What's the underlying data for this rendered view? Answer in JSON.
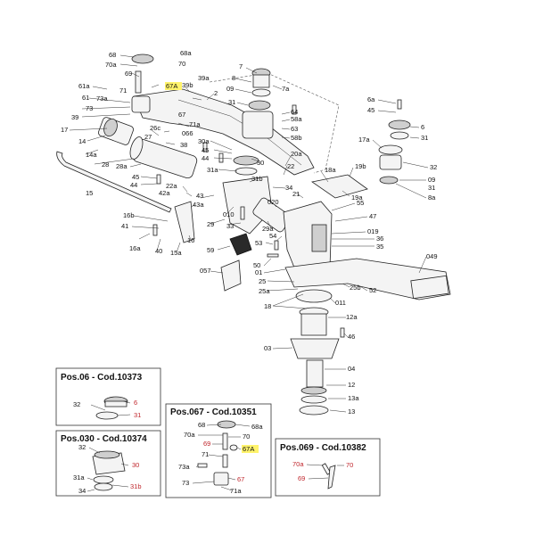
{
  "colors": {
    "ink": "#111111",
    "highlight": "#fff36b",
    "red_label": "#c0262c"
  },
  "main_labels": {
    "l68": "68",
    "l68a": "68a",
    "l70a": "70a",
    "l70": "70",
    "l69": "69",
    "l67A": "67A",
    "l61a": "61a",
    "l61": "61",
    "l73a": "73a",
    "l71": "71",
    "l73": "73",
    "l67": "67",
    "l39": "39",
    "l39a": "39a",
    "l39b": "39b",
    "l2": "2",
    "l71a": "71a",
    "l26c": "26c",
    "l066": "066",
    "l17": "17",
    "l38": "38",
    "l14": "14",
    "l27": "27",
    "l14a": "14a",
    "l28": "28",
    "l28a": "28a",
    "l15": "15",
    "l45a": "45",
    "l44a": "44",
    "l22a": "22a",
    "l42a": "42a",
    "l43": "43",
    "l43a": "43a",
    "l16b": "16b",
    "l41": "41",
    "l16a": "16a",
    "l40": "40",
    "l15a": "15a",
    "l16": "16",
    "l7": "7",
    "l8": "8",
    "l09": "09",
    "l7a": "7a",
    "l31": "31",
    "l64": "64",
    "l58a": "58a",
    "l63": "63",
    "l58b": "58b",
    "l30a": "30a",
    "l45b": "45",
    "l44b": "44",
    "l31a": "31a",
    "l30": "30",
    "l34": "34",
    "l31b": "31b",
    "l010": "010",
    "l29": "29",
    "l33": "33",
    "l29a": "29a",
    "l59": "59",
    "l057": "057",
    "l20a": "20a",
    "l22": "22",
    "l18a": "18a",
    "l020": "020",
    "l19b": "19b",
    "l19a": "19a",
    "l21": "21",
    "l55": "55",
    "l47": "47",
    "l019": "019",
    "l36": "36",
    "l35": "35",
    "l54": "54",
    "l53": "53",
    "l50": "50",
    "l01": "01",
    "l049": "049",
    "l25": "25",
    "l25a": "25a",
    "l25b": "25b",
    "l52": "52",
    "l011": "011",
    "l18": "18",
    "l12a": "12a",
    "l46": "46",
    "l03": "03",
    "l04": "04",
    "l12": "12",
    "l13a": "13a",
    "l13": "13",
    "l6a": "6a",
    "l45c": "45",
    "l6": "6",
    "l31c": "31",
    "l17a": "17a",
    "l32": "32",
    "l09b": "09",
    "l31d": "31",
    "l8a": "8a"
  },
  "detail_boxes": {
    "pos06": {
      "title": "Pos.06 - Cod.10373",
      "lbl32": "32",
      "lbl6": "6",
      "lbl31": "31"
    },
    "pos030": {
      "title": "Pos.030 - Cod.10374",
      "lbl32": "32",
      "lbl30": "30",
      "lbl31a": "31a",
      "lbl31b": "31b",
      "lbl34": "34"
    },
    "pos067": {
      "title": "Pos.067 - Cod.10351",
      "lbl68": "68",
      "lbl68a": "68a",
      "lbl70a": "70a",
      "lbl70": "70",
      "lbl69": "69",
      "lbl67A": "67A",
      "lbl71": "71",
      "lbl73a": "73a",
      "lbl67": "67",
      "lbl73": "73",
      "lbl71a": "71a"
    },
    "pos069": {
      "title": "Pos.069 - Cod.10382",
      "lbl70a": "70a",
      "lbl70": "70",
      "lbl69": "69"
    }
  }
}
